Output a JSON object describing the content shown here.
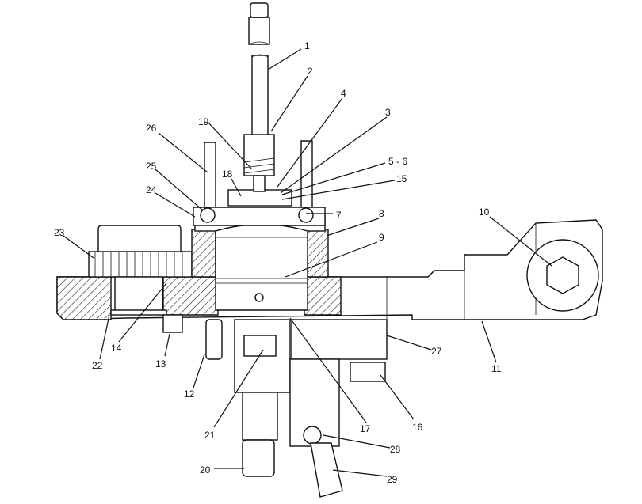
{
  "callouts": [
    {
      "id": "1",
      "text": "1"
    },
    {
      "id": "2",
      "text": "2"
    },
    {
      "id": "3",
      "text": "3"
    },
    {
      "id": "4",
      "text": "4"
    },
    {
      "id": "5-6",
      "text": "5 - 6"
    },
    {
      "id": "7",
      "text": "7"
    },
    {
      "id": "8",
      "text": "8"
    },
    {
      "id": "9",
      "text": "9"
    },
    {
      "id": "10",
      "text": "10"
    },
    {
      "id": "11",
      "text": "11"
    },
    {
      "id": "12",
      "text": "12"
    },
    {
      "id": "13",
      "text": "13"
    },
    {
      "id": "14",
      "text": "14"
    },
    {
      "id": "15",
      "text": "15"
    },
    {
      "id": "16",
      "text": "16"
    },
    {
      "id": "17",
      "text": "17"
    },
    {
      "id": "18",
      "text": "18"
    },
    {
      "id": "19",
      "text": "19"
    },
    {
      "id": "20",
      "text": "20"
    },
    {
      "id": "21",
      "text": "21"
    },
    {
      "id": "22",
      "text": "22"
    },
    {
      "id": "23",
      "text": "23"
    },
    {
      "id": "24",
      "text": "24"
    },
    {
      "id": "25",
      "text": "25"
    },
    {
      "id": "26",
      "text": "26"
    },
    {
      "id": "27",
      "text": "27"
    },
    {
      "id": "28",
      "text": "28"
    },
    {
      "id": "29",
      "text": "29"
    }
  ]
}
